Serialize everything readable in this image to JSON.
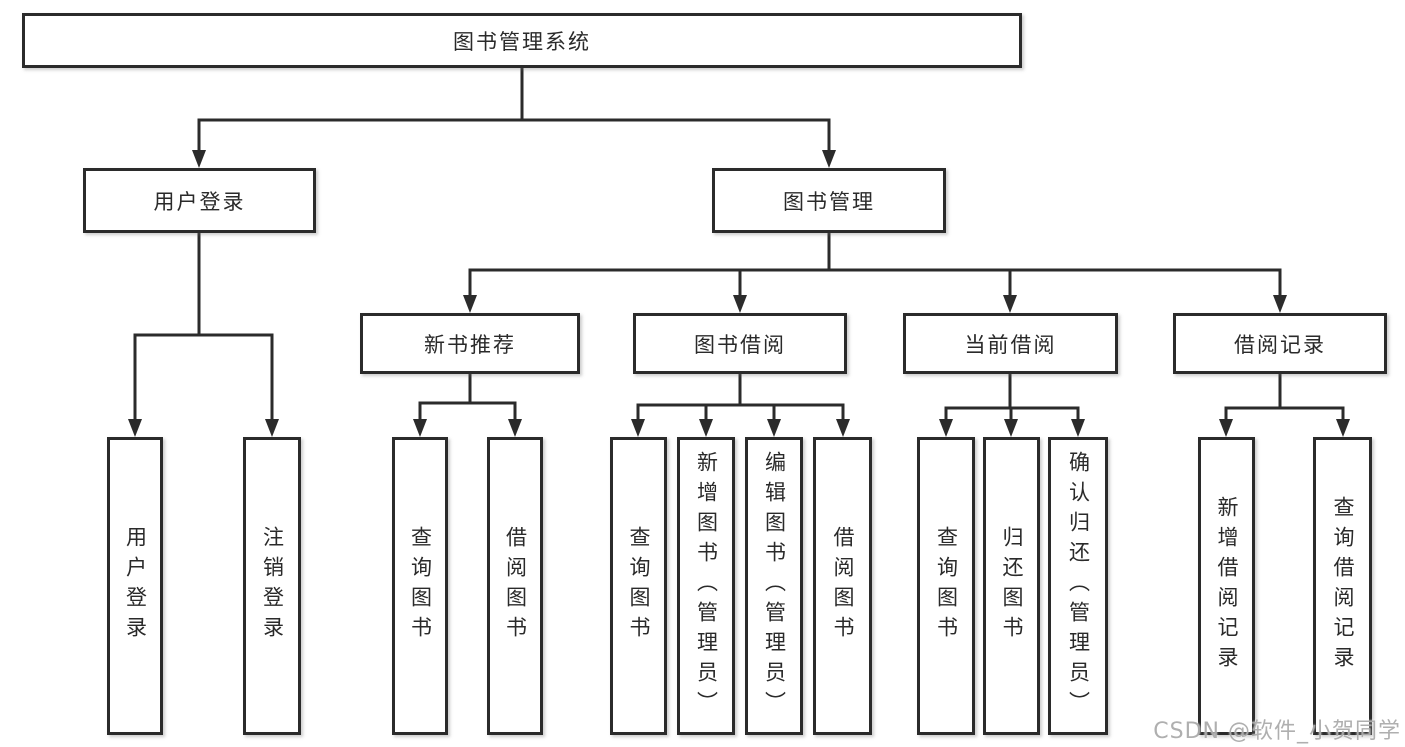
{
  "tree": {
    "root": {
      "label": "图书管理系统"
    },
    "level2": {
      "user_login": {
        "label": "用户登录",
        "children": {
          "login": "用户登录",
          "logout": "注销登录"
        }
      },
      "book_mgmt": {
        "label": "图书管理",
        "children": {
          "new_books": {
            "label": "新书推荐",
            "children": {
              "query": "查询图书",
              "borrow": "借阅图书"
            }
          },
          "book_borrow": {
            "label": "图书借阅",
            "children": {
              "query": "查询图书",
              "add": "新增图书（管理员）",
              "edit": "编辑图书（管理员）",
              "borrow": "借阅图书"
            }
          },
          "current_borrow": {
            "label": "当前借阅",
            "children": {
              "query": "查询图书",
              "return": "归还图书",
              "confirm": "确认归还（管理员）"
            }
          },
          "borrow_records": {
            "label": "借阅记录",
            "children": {
              "add": "新增借阅记录",
              "query": "查询借阅记录"
            }
          }
        }
      }
    }
  },
  "watermark": "CSDN @软件_小贺同学",
  "colors": {
    "line": "#2b2b2b",
    "box_border": "#2b2b2b",
    "text": "#2a2a2a",
    "background": "#ffffff",
    "watermark": "#a8a8a8"
  }
}
